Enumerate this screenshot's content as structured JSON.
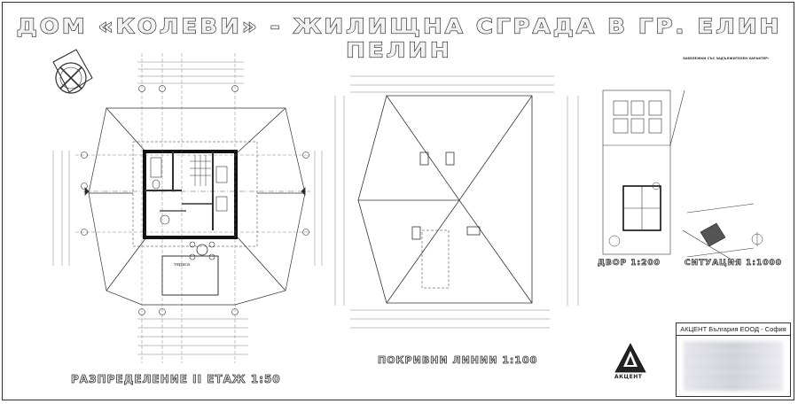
{
  "title": "ДОМ «КОЛЕВИ» - ЖИЛИЩНА СГРАДА В ГР. ЕЛИН ПЕЛИН",
  "captions": {
    "floor_plan": "РАЗПРЕДЕЛЕНИЕ II ЕТАЖ 1:50",
    "roof_lines": "ПОКРИВНИ ЛИНИИ 1:100",
    "yard": "ДВОР 1:200",
    "situation": "СИТУАЦИЯ 1:1000"
  },
  "notes": {
    "heading": "ЗАБЕЛЕЖКИ СЪС ЗАДЪЛЖИТЕЛЕН ХАРАКТЕР:"
  },
  "company": {
    "name": "АКЦЕНТ България ЕООД - София",
    "logo": "АКЦЕНТ"
  },
  "labels": {
    "terrace": "тераса"
  }
}
